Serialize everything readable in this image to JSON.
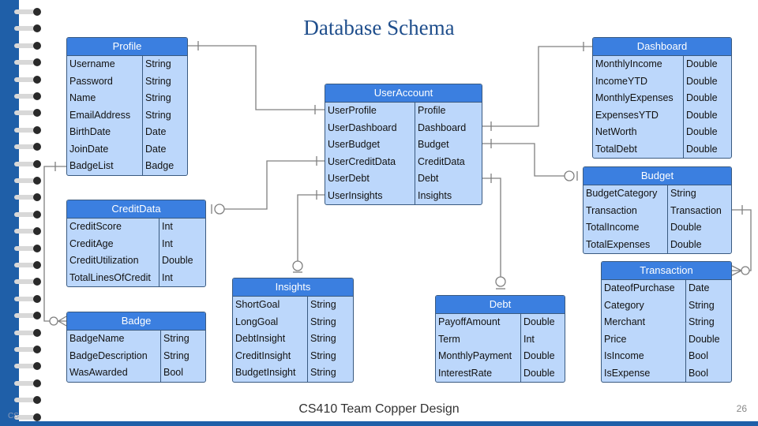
{
  "title": "Database Schema",
  "footer": "CS410 Team Copper Design",
  "page_number": "26",
  "corner_text": "CS",
  "entities": {
    "profile": {
      "name": "Profile",
      "rows": [
        [
          "Username",
          "String"
        ],
        [
          "Password",
          "String"
        ],
        [
          "Name",
          "String"
        ],
        [
          "EmailAddress",
          "String"
        ],
        [
          "BirthDate",
          "Date"
        ],
        [
          "JoinDate",
          "Date"
        ],
        [
          "BadgeList",
          "Badge"
        ]
      ]
    },
    "useraccount": {
      "name": "UserAccount",
      "rows": [
        [
          "UserProfile",
          "Profile"
        ],
        [
          "UserDashboard",
          "Dashboard"
        ],
        [
          "UserBudget",
          "Budget"
        ],
        [
          "UserCreditData",
          "CreditData"
        ],
        [
          "UserDebt",
          "Debt"
        ],
        [
          "UserInsights",
          "Insights"
        ]
      ]
    },
    "dashboard": {
      "name": "Dashboard",
      "rows": [
        [
          "MonthlyIncome",
          "Double"
        ],
        [
          "IncomeYTD",
          "Double"
        ],
        [
          "MonthlyExpenses",
          "Double"
        ],
        [
          "ExpensesYTD",
          "Double"
        ],
        [
          "NetWorth",
          "Double"
        ],
        [
          "TotalDebt",
          "Double"
        ]
      ]
    },
    "budget": {
      "name": "Budget",
      "rows": [
        [
          "BudgetCategory",
          "String"
        ],
        [
          "Transaction",
          "Transaction"
        ],
        [
          "TotalIncome",
          "Double"
        ],
        [
          "TotalExpenses",
          "Double"
        ]
      ]
    },
    "creditdata": {
      "name": "CreditData",
      "rows": [
        [
          "CreditScore",
          "Int"
        ],
        [
          "CreditAge",
          "Int"
        ],
        [
          "CreditUtilization",
          "Double"
        ],
        [
          "TotalLinesOfCredit",
          "Int"
        ]
      ]
    },
    "insights": {
      "name": "Insights",
      "rows": [
        [
          "ShortGoal",
          "String"
        ],
        [
          "LongGoal",
          "String"
        ],
        [
          "DebtInsight",
          "String"
        ],
        [
          "CreditInsight",
          "String"
        ],
        [
          "BudgetInsight",
          "String"
        ]
      ]
    },
    "debt": {
      "name": "Debt",
      "rows": [
        [
          "PayoffAmount",
          "Double"
        ],
        [
          "Term",
          "Int"
        ],
        [
          "MonthlyPayment",
          "Double"
        ],
        [
          "InterestRate",
          "Double"
        ]
      ]
    },
    "transaction": {
      "name": "Transaction",
      "rows": [
        [
          "DateofPurchase",
          "Date"
        ],
        [
          "Category",
          "String"
        ],
        [
          "Merchant",
          "String"
        ],
        [
          "Price",
          "Double"
        ],
        [
          "IsIncome",
          "Bool"
        ],
        [
          "IsExpense",
          "Bool"
        ]
      ]
    },
    "badge": {
      "name": "Badge",
      "rows": [
        [
          "BadgeName",
          "String"
        ],
        [
          "BadgeDescription",
          "String"
        ],
        [
          "WasAwarded",
          "Bool"
        ]
      ]
    }
  },
  "colors": {
    "header": "#3b7fe0",
    "body": "#bcd7fb",
    "border": "#3a5a80",
    "title": "#1f4e8c",
    "binder": "#1f5fa8"
  }
}
